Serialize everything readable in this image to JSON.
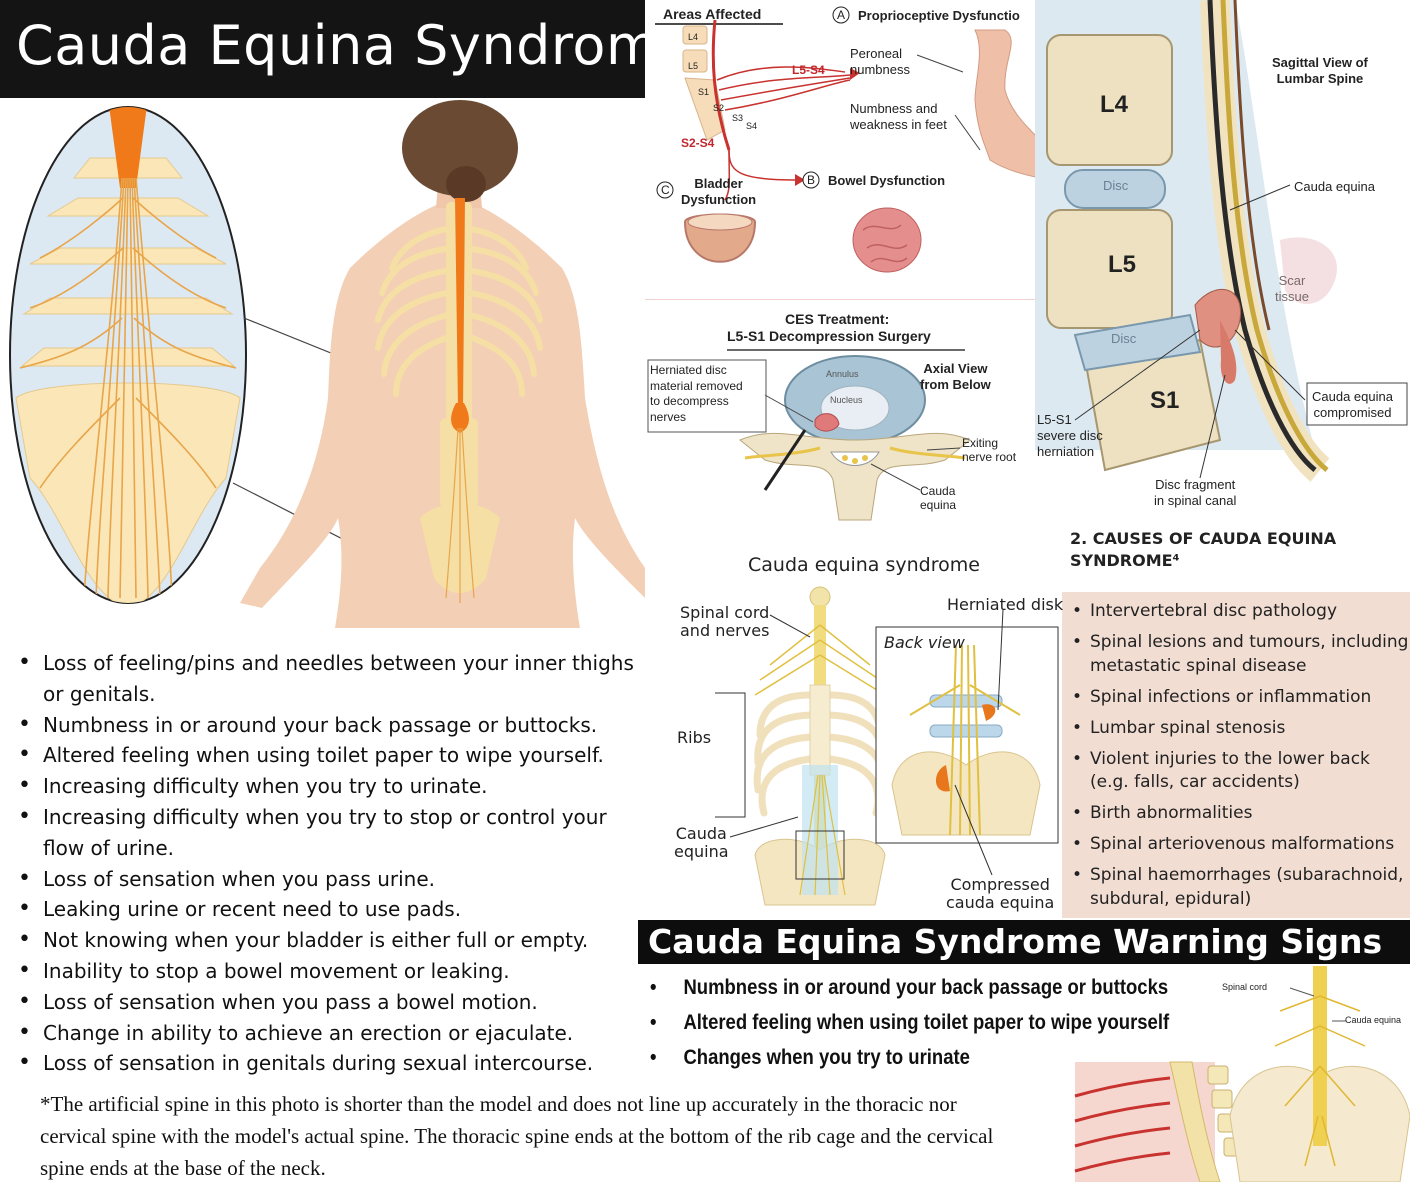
{
  "title": "Cauda Equina Syndrome",
  "symptoms": [
    "Loss of feeling/pins and needles between your inner thighs or genitals.",
    "Numbness in or around your back passage or buttocks.",
    "Altered feeling when using toilet paper to wipe yourself.",
    "Increasing difficulty when you try to urinate.",
    "Increasing difficulty when you try to stop or control your flow of urine.",
    "Loss of sensation when you pass urine.",
    "Leaking urine or recent need to use pads.",
    "Not knowing when your bladder is either full or empty.",
    "Inability to stop a bowel movement or leaking.",
    "Loss of sensation when you pass a bowel motion.",
    "Change in ability to achieve an erection or ejaculate.",
    "Loss of sensation in genitals during sexual intercourse."
  ],
  "footnote": "*The artificial spine in this photo is shorter than the model and does not line up accurately in the thoracic nor cervical spine with the model's actual spine. The thoracic spine ends at the bottom of the rib cage and the cervical spine ends at the base of the neck.",
  "areas_affected": {
    "heading": "Areas Affected",
    "levels": [
      "L4",
      "L5",
      "S1",
      "S2",
      "S3",
      "S4"
    ],
    "l5s4": "L5-S4",
    "s2s4": "S2-S4",
    "a_marker": "A",
    "a_label": "Proprioceptive Dysfunctio",
    "peroneal": "Peroneal\nnumbness",
    "feet": "Numbness and\nweakness in feet",
    "b_marker": "B",
    "b_label": "Bowel Dysfunction",
    "c_marker": "C",
    "c_label": "Bladder\nDysfunction"
  },
  "treatment": {
    "title": "CES Treatment:",
    "subtitle": "L5-S1 Decompression Surgery",
    "removed": "Herniated disc\nmaterial removed\nto decompress\nnerves",
    "axial": "Axial View\nfrom Below",
    "annulus": "Annulus",
    "nucleus": "Nucleus",
    "exiting": "Exiting\nnerve root",
    "cauda": "Cauda\nequina"
  },
  "sagittal": {
    "title": "Sagittal View of\nLumbar Spine",
    "l4": "L4",
    "l5": "L5",
    "s1": "S1",
    "disc1": "Disc",
    "disc2": "Disc",
    "cauda": "Cauda equina",
    "scar": "Scar\ntissue",
    "compromised": "Cauda equina\ncompromised",
    "herniation": "L5-S1\nsevere disc\nherniation",
    "fragment": "Disc fragment\nin spinal canal"
  },
  "causes": {
    "heading": "2. CAUSES OF CAUDA EQUINA\nSYNDROME⁴",
    "items": [
      "Intervertebral disc pathology",
      "Spinal lesions and tumours, including metastatic spinal disease",
      "Spinal infections or inflammation",
      "Lumbar spinal stenosis",
      "Violent injuries to the lower back (e.g. falls, car accidents)",
      "Birth abnormalities",
      "Spinal arteriovenous malformations",
      "Spinal haemorrhages (subarachnoid, subdural, epidural)"
    ]
  },
  "ces_diagram": {
    "title": "Cauda equina syndrome",
    "spinal_cord": "Spinal cord\nand nerves",
    "ribs": "Ribs",
    "cauda": "Cauda\nequina",
    "herniated": "Herniated disk",
    "back_view": "Back view",
    "compressed": "Compressed\ncauda equina"
  },
  "warning": {
    "title": "Cauda Equina Syndrome Warning Signs",
    "items": [
      "Numbness in or around your back passage or buttocks",
      "Altered feeling when using toilet paper to wipe yourself",
      "Changes when you try to urinate"
    ],
    "spinal_cord": "Spinal cord",
    "cauda": "Cauda equina"
  },
  "colors": {
    "nerve": "#e8a54a",
    "spinal_cord": "#f07a1a",
    "bone": "#f8e7b8",
    "skin": "#f3cfb5",
    "red_nerve": "#c8322f",
    "causes_bg": "#f2ddd3"
  }
}
